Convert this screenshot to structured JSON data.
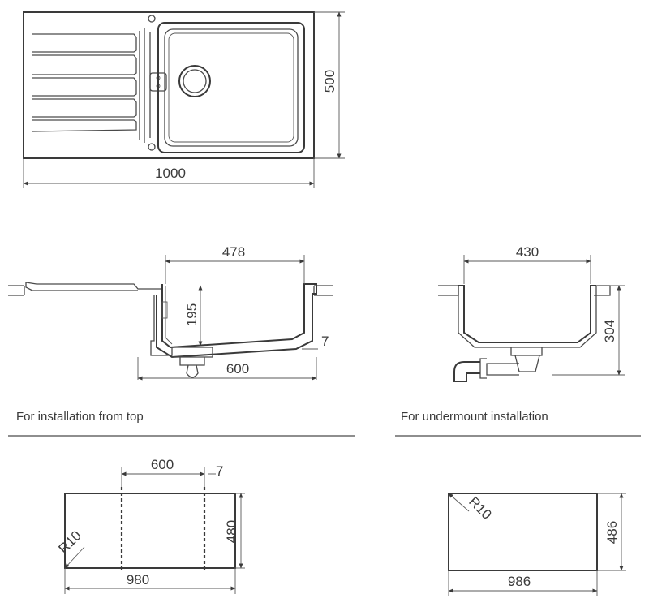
{
  "top_view": {
    "width": "1000",
    "depth": "500"
  },
  "side_view_top": {
    "bowl_width": "478",
    "bowl_depth": "195",
    "rim": "7",
    "base_cabinet": "600"
  },
  "side_view_under": {
    "bowl_width": "430",
    "height": "304"
  },
  "captions": {
    "top_install": "For installation from top",
    "under_install": "For undermount installation"
  },
  "cutout_top": {
    "cabinet": "600",
    "offset": "7",
    "depth": "480",
    "width": "980",
    "radius": "R10"
  },
  "cutout_under": {
    "depth": "486",
    "width": "986",
    "radius": "R10"
  },
  "colors": {
    "line": "#4a4a4a",
    "text": "#3a3a3a",
    "background": "#ffffff"
  }
}
